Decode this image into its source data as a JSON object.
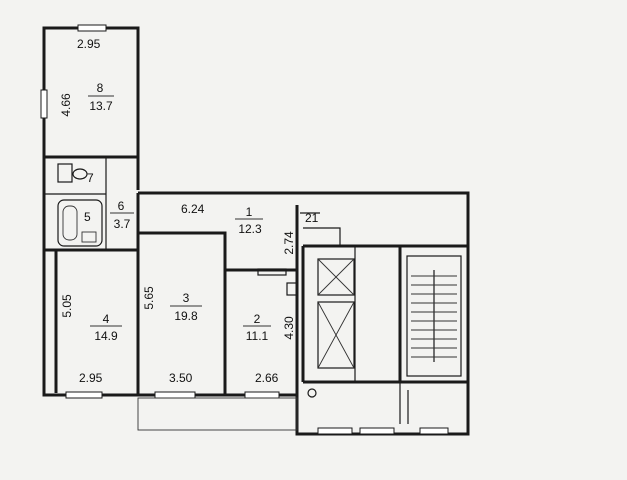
{
  "rooms": [
    {
      "number": "1",
      "area": "12.3"
    },
    {
      "number": "2",
      "area": "11.1"
    },
    {
      "number": "3",
      "area": "19.8"
    },
    {
      "number": "4",
      "area": "14.9"
    },
    {
      "number": "5",
      "area": ""
    },
    {
      "number": "6",
      "area": "3.7"
    },
    {
      "number": "7",
      "area": ""
    },
    {
      "number": "8",
      "area": "13.7"
    },
    {
      "number": "21",
      "area": ""
    }
  ],
  "dimensions": {
    "room8_width": "2.95",
    "room8_length": "4.66",
    "room1_width": "6.24",
    "room1_length": "2.74",
    "room3_length": "5.65",
    "room3_width": "3.50",
    "room4_length": "5.05",
    "room4_width": "2.95",
    "room2_width": "2.66",
    "room2_length": "4.30"
  }
}
